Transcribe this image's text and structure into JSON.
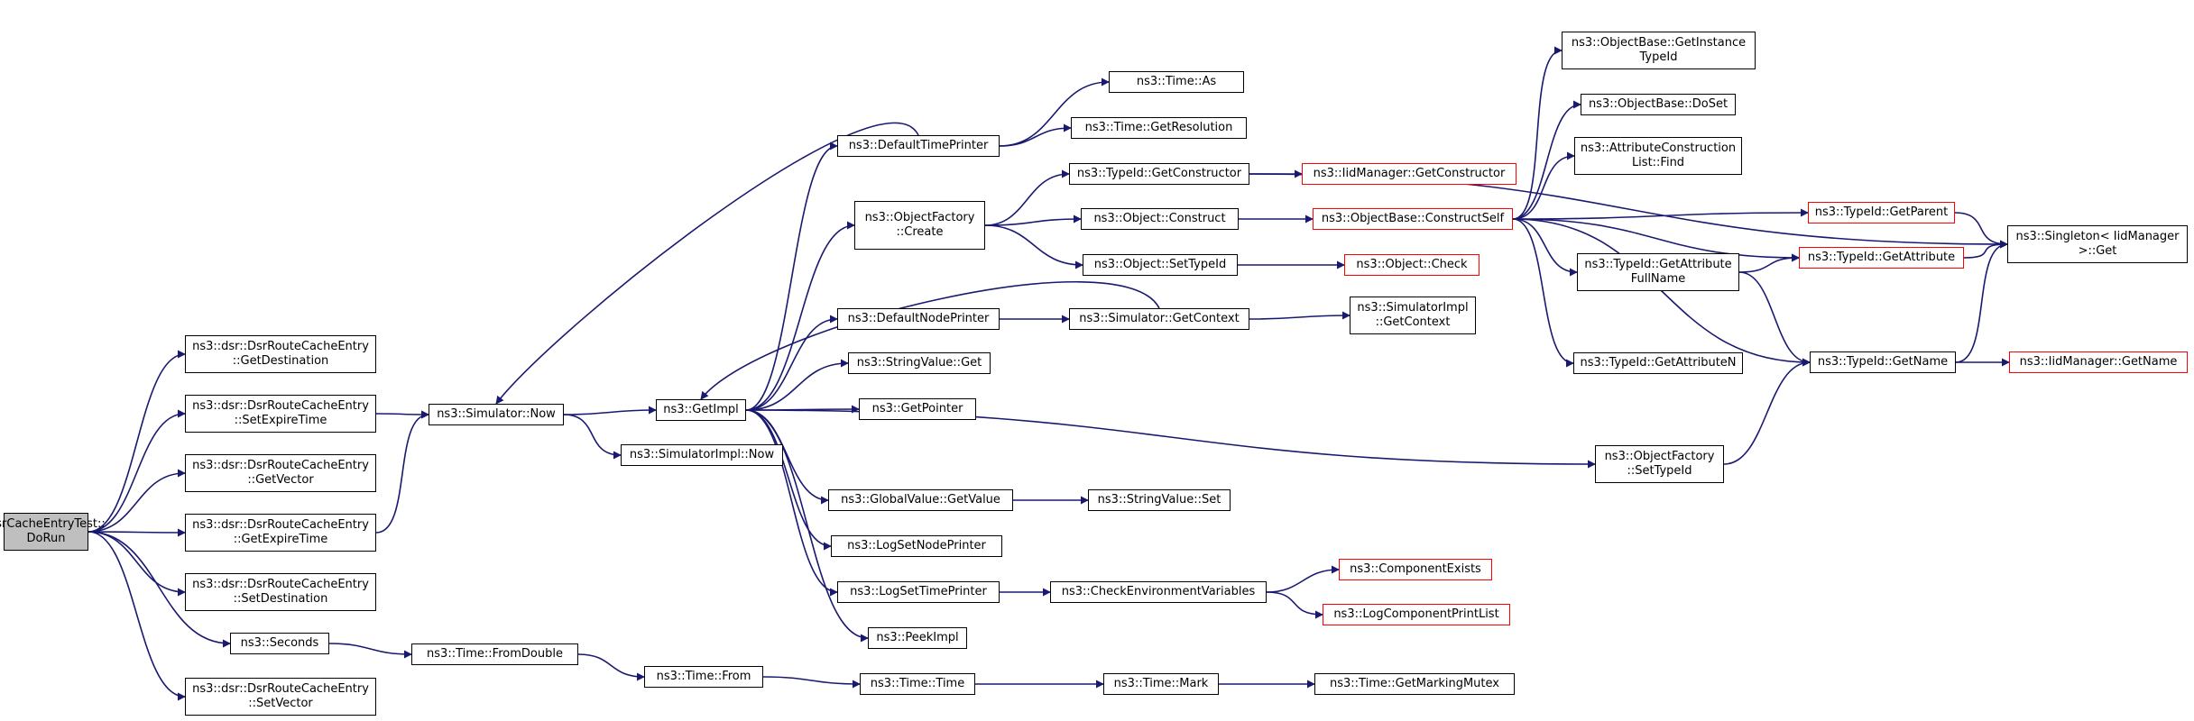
{
  "colors": {
    "edge": "#191970",
    "root_fill": "#bfbfbf",
    "truncated_border": "#ff0000",
    "node_border": "#000000"
  },
  "nodes": [
    {
      "id": "root",
      "lines": [
        "DsrCacheEntryTest::",
        "DoRun"
      ]
    },
    {
      "id": "getdest",
      "lines": [
        "ns3::dsr::DsrRouteCacheEntry",
        "::GetDestination"
      ]
    },
    {
      "id": "setexp",
      "lines": [
        "ns3::dsr::DsrRouteCacheEntry",
        "::SetExpireTime"
      ]
    },
    {
      "id": "getvec",
      "lines": [
        "ns3::dsr::DsrRouteCacheEntry",
        "::GetVector"
      ]
    },
    {
      "id": "getexp",
      "lines": [
        "ns3::dsr::DsrRouteCacheEntry",
        "::GetExpireTime"
      ]
    },
    {
      "id": "setdest",
      "lines": [
        "ns3::dsr::DsrRouteCacheEntry",
        "::SetDestination"
      ]
    },
    {
      "id": "seconds",
      "lines": [
        "ns3::Seconds"
      ]
    },
    {
      "id": "setvec",
      "lines": [
        "ns3::dsr::DsrRouteCacheEntry",
        "::SetVector"
      ]
    },
    {
      "id": "simnow",
      "lines": [
        "ns3::Simulator::Now"
      ]
    },
    {
      "id": "fromdouble",
      "lines": [
        "ns3::Time::FromDouble"
      ]
    },
    {
      "id": "getimpl",
      "lines": [
        "ns3::GetImpl"
      ]
    },
    {
      "id": "simimplnow",
      "lines": [
        "ns3::SimulatorImpl::Now"
      ]
    },
    {
      "id": "timefrom",
      "lines": [
        "ns3::Time::From"
      ]
    },
    {
      "id": "deftime",
      "lines": [
        "ns3::DefaultTimePrinter"
      ]
    },
    {
      "id": "objfactcreate",
      "lines": [
        "ns3::ObjectFactory",
        "::Create"
      ]
    },
    {
      "id": "defnode",
      "lines": [
        "ns3::DefaultNodePrinter"
      ]
    },
    {
      "id": "strget",
      "lines": [
        "ns3::StringValue::Get"
      ]
    },
    {
      "id": "getpointer",
      "lines": [
        "ns3::GetPointer"
      ]
    },
    {
      "id": "gvgetvalue",
      "lines": [
        "ns3::GlobalValue::GetValue"
      ]
    },
    {
      "id": "logsetnode",
      "lines": [
        "ns3::LogSetNodePrinter"
      ]
    },
    {
      "id": "logsettime",
      "lines": [
        "ns3::LogSetTimePrinter"
      ]
    },
    {
      "id": "peekimpl",
      "lines": [
        "ns3::PeekImpl"
      ]
    },
    {
      "id": "timetime",
      "lines": [
        "ns3::Time::Time"
      ]
    },
    {
      "id": "timeas",
      "lines": [
        "ns3::Time::As"
      ]
    },
    {
      "id": "timegetres",
      "lines": [
        "ns3::Time::GetResolution"
      ]
    },
    {
      "id": "tidgetctor",
      "lines": [
        "ns3::TypeId::GetConstructor"
      ]
    },
    {
      "id": "objconstruct",
      "lines": [
        "ns3::Object::Construct"
      ]
    },
    {
      "id": "objsettypeid",
      "lines": [
        "ns3::Object::SetTypeId"
      ]
    },
    {
      "id": "simgetctx",
      "lines": [
        "ns3::Simulator::GetContext"
      ]
    },
    {
      "id": "strset",
      "lines": [
        "ns3::StringValue::Set"
      ]
    },
    {
      "id": "checkenv",
      "lines": [
        "ns3::CheckEnvironmentVariables"
      ]
    },
    {
      "id": "timemark",
      "lines": [
        "ns3::Time::Mark"
      ]
    },
    {
      "id": "iidgetctor",
      "lines": [
        "ns3::IidManager::GetConstructor"
      ],
      "trunc": true
    },
    {
      "id": "obconstructself",
      "lines": [
        "ns3::ObjectBase::ConstructSelf"
      ],
      "trunc": true
    },
    {
      "id": "objcheck",
      "lines": [
        "ns3::Object::Check"
      ],
      "trunc": true
    },
    {
      "id": "simimplgetctx",
      "lines": [
        "ns3::SimulatorImpl",
        "::GetContext"
      ]
    },
    {
      "id": "compexists",
      "lines": [
        "ns3::ComponentExists"
      ],
      "trunc": true
    },
    {
      "id": "logcompprint",
      "lines": [
        "ns3::LogComponentPrintList"
      ],
      "trunc": true
    },
    {
      "id": "getmarkmutex",
      "lines": [
        "ns3::Time::GetMarkingMutex"
      ]
    },
    {
      "id": "ofsettypeid",
      "lines": [
        "ns3::ObjectFactory",
        "::SetTypeId"
      ]
    },
    {
      "id": "obgetinst",
      "lines": [
        "ns3::ObjectBase::GetInstance",
        "TypeId"
      ]
    },
    {
      "id": "obdoset",
      "lines": [
        "ns3::ObjectBase::DoSet"
      ]
    },
    {
      "id": "attrfind",
      "lines": [
        "ns3::AttributeConstruction",
        "List::Find"
      ]
    },
    {
      "id": "tidgetattrfull",
      "lines": [
        "ns3::TypeId::GetAttribute",
        "FullName"
      ]
    },
    {
      "id": "tidgetattrn",
      "lines": [
        "ns3::TypeId::GetAttributeN"
      ]
    },
    {
      "id": "tidgetparent",
      "lines": [
        "ns3::TypeId::GetParent"
      ],
      "trunc": true
    },
    {
      "id": "tidgetattr",
      "lines": [
        "ns3::TypeId::GetAttribute"
      ],
      "trunc": true
    },
    {
      "id": "tidgetname",
      "lines": [
        "ns3::TypeId::GetName"
      ]
    },
    {
      "id": "singleton",
      "lines": [
        "ns3::Singleton< IidManager",
        ">::Get"
      ]
    },
    {
      "id": "iidgetname",
      "lines": [
        "ns3::IidManager::GetName"
      ],
      "trunc": true
    }
  ]
}
